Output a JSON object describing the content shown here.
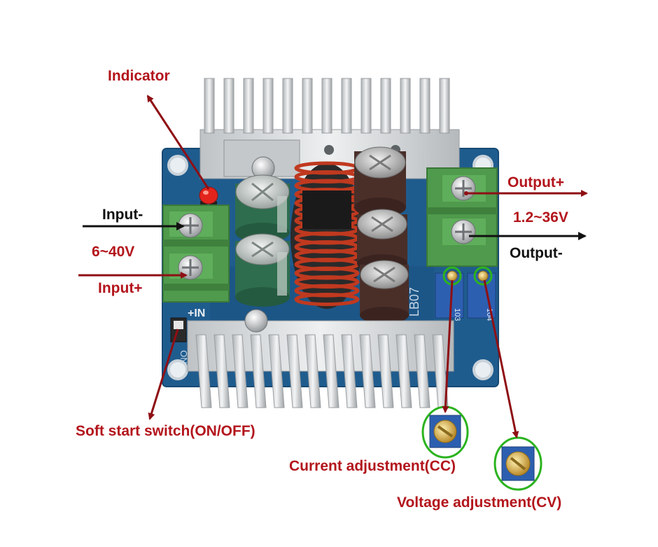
{
  "labels": {
    "indicator": "Indicator",
    "output_plus": "Output+",
    "output_voltage": "1.2~36V",
    "output_minus": "Output-",
    "input_minus": "Input-",
    "input_voltage": "6~40V",
    "input_plus": "Input+",
    "soft_start": "Soft start switch(ON/OFF)",
    "current_adj": "Current adjustment(CC)",
    "voltage_adj": "Voltage adjustment(CV)"
  },
  "board_text": {
    "plus_in": "+IN",
    "pcb_code": "LB07",
    "switch_on": "ON",
    "pot_code_1": "103",
    "pot_code_2": "104"
  },
  "colors": {
    "label_red": "#b3151c",
    "label_black": "#111111",
    "pcb_blue": "#1f5c8e",
    "terminal_green": "#4f9a4c",
    "heatsink_silver": "#d9dcde",
    "highlight_green": "#2bb31f",
    "pot_blue": "#2d5fb0",
    "led_red": "#e3241c",
    "coil_copper": "#c0391f"
  }
}
